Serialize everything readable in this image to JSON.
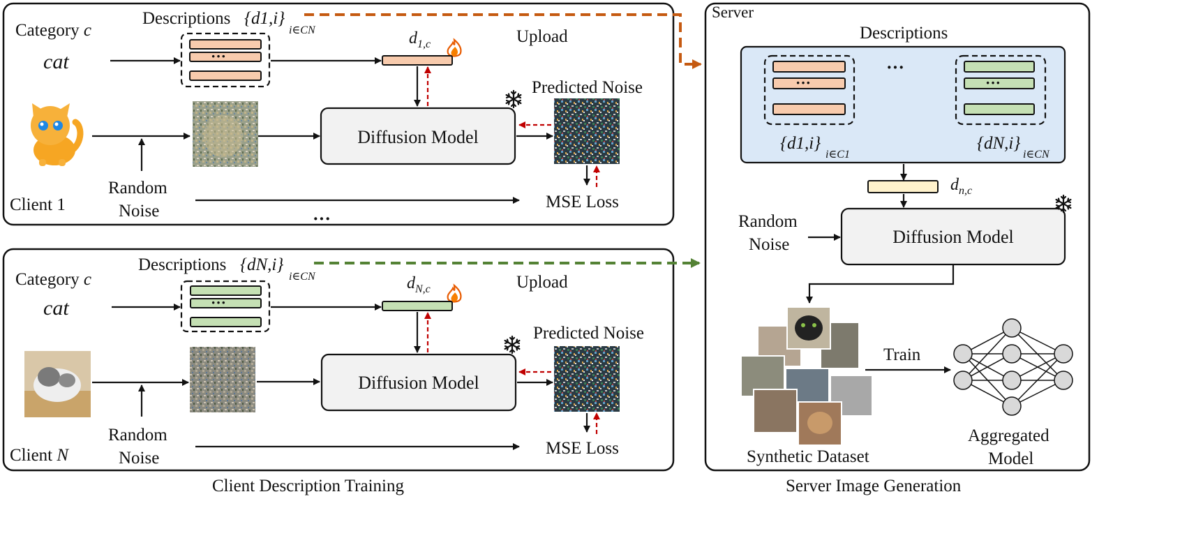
{
  "client1": {
    "name": "Client 1",
    "category_label": "Category",
    "category_var": "c",
    "category_value": "cat",
    "descriptions_label": "Descriptions",
    "desc_set_expr": "{d1,i}",
    "desc_set_sub": "i∈CN",
    "token_label": "d",
    "token_sub": "1,c",
    "upload": "Upload",
    "model": "Diffusion Model",
    "predicted_noise": "Predicted Noise",
    "random_noise_1": "Random",
    "random_noise_2": "Noise",
    "loss": "MSE Loss"
  },
  "clientN": {
    "name": "Client",
    "name_var": "N",
    "category_label": "Category",
    "category_var": "c",
    "category_value": "cat",
    "descriptions_label": "Descriptions",
    "desc_set_expr": "{dN,i}",
    "desc_set_sub": "i∈CN",
    "token_label": "d",
    "token_sub": "N,c",
    "upload": "Upload",
    "model": "Diffusion Model",
    "predicted_noise": "Predicted Noise",
    "random_noise_1": "Random",
    "random_noise_2": "Noise",
    "loss": "MSE Loss"
  },
  "server": {
    "title": "Server",
    "descriptions_label": "Descriptions",
    "set1_expr": "{d1,i}",
    "set1_sub": "i∈C1",
    "setN_expr": "{dN,i}",
    "setN_sub": "i∈CN",
    "ellipsis": "···",
    "token_label": "d",
    "token_sub": "n,c",
    "random_noise_1": "Random",
    "random_noise_2": "Noise",
    "model": "Diffusion Model",
    "train": "Train",
    "dataset": "Synthetic Dataset",
    "agg_1": "Aggregated",
    "agg_2": "Model"
  },
  "between_clients": "···",
  "footer": {
    "left": "Client Description Training",
    "right": "Server Image Generation"
  },
  "colors": {
    "orange_arrow": "#c55a11",
    "green_arrow": "#548235",
    "orange_bar": "#f8cbad",
    "green_bar": "#c5e0b4",
    "yellow_bar": "#fff2cc",
    "server_panel": "#dae8f7",
    "model_box": "#f2f2f2",
    "grad_red": "#c00000"
  }
}
